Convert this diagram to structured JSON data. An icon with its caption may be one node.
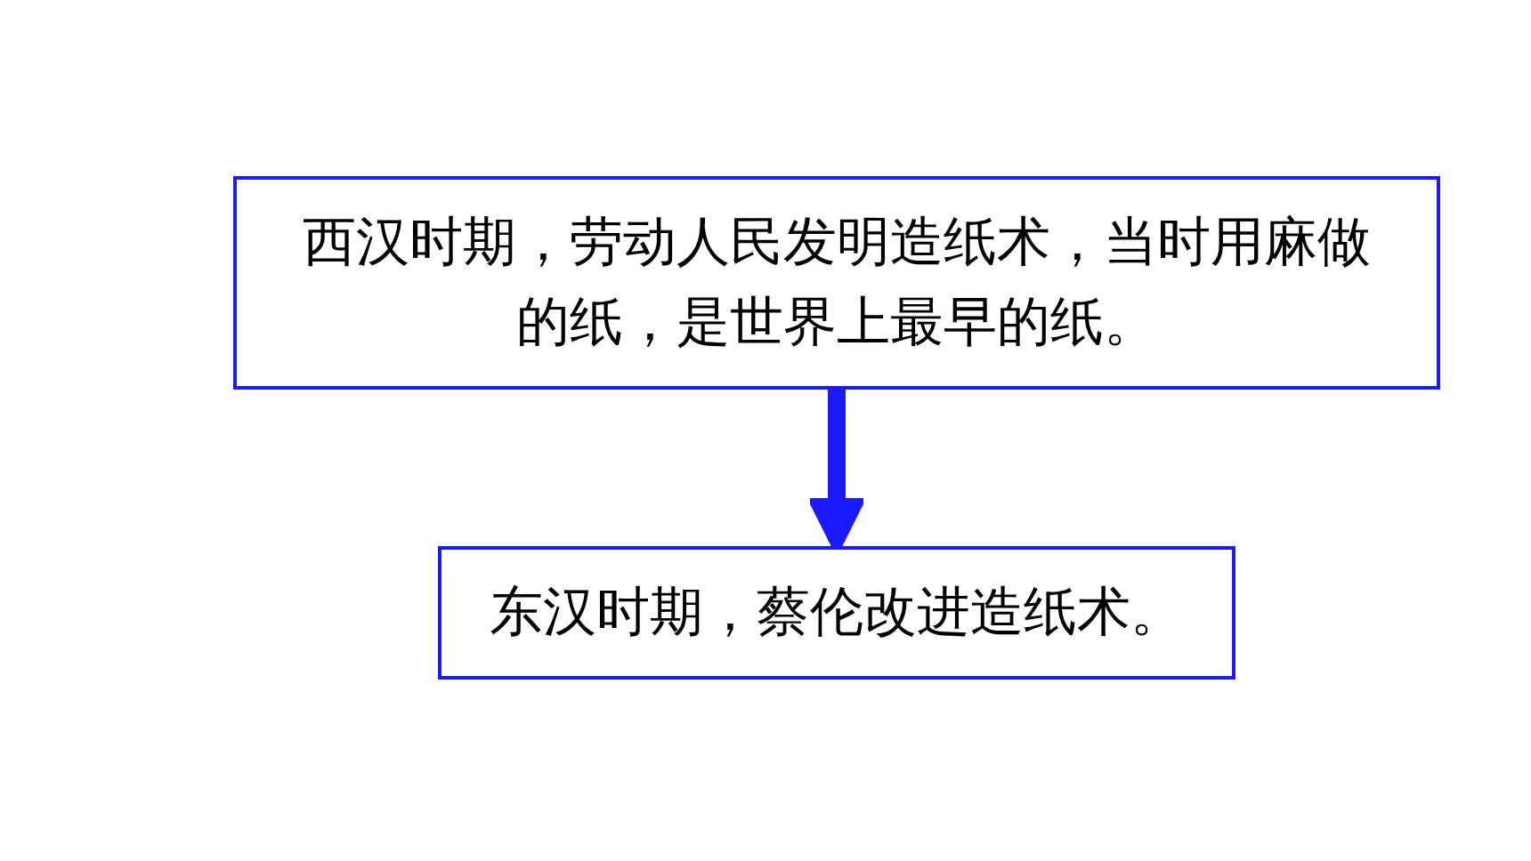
{
  "diagram": {
    "nodes": [
      {
        "text": [
          "西汉时期，劳动人民发明造纸术，当时用麻做的纸，是世界上最早的纸。"
        ]
      },
      {
        "text": [
          "东汉时期，蔡伦改进造纸术。"
        ]
      }
    ],
    "edges": [
      {
        "from": 0,
        "to": 1,
        "arrow": "to"
      }
    ]
  }
}
